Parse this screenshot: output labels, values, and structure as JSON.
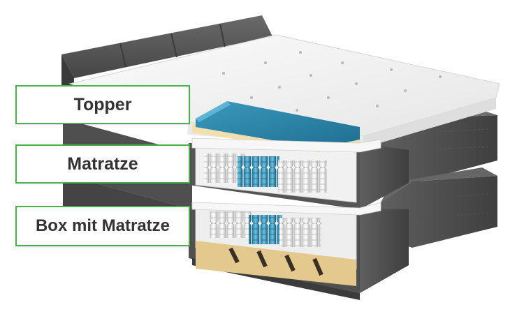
{
  "labels": {
    "topper": "Topper",
    "matratze": "Matratze",
    "box": "Box mit Matratze"
  },
  "colors": {
    "label_border": "#4caf50",
    "label_text": "#333333",
    "fabric": "#5a5a5a",
    "topper_surface": "#f4f4f4",
    "foam_blue": "#2f86a8",
    "latex_yellow": "#f1dfae",
    "wood": "#e4c98f"
  },
  "illustration": {
    "subject": "boxspring-bed-cutaway",
    "icons": [
      "topper-layer",
      "mattress-layer",
      "box-spring-layer"
    ]
  }
}
